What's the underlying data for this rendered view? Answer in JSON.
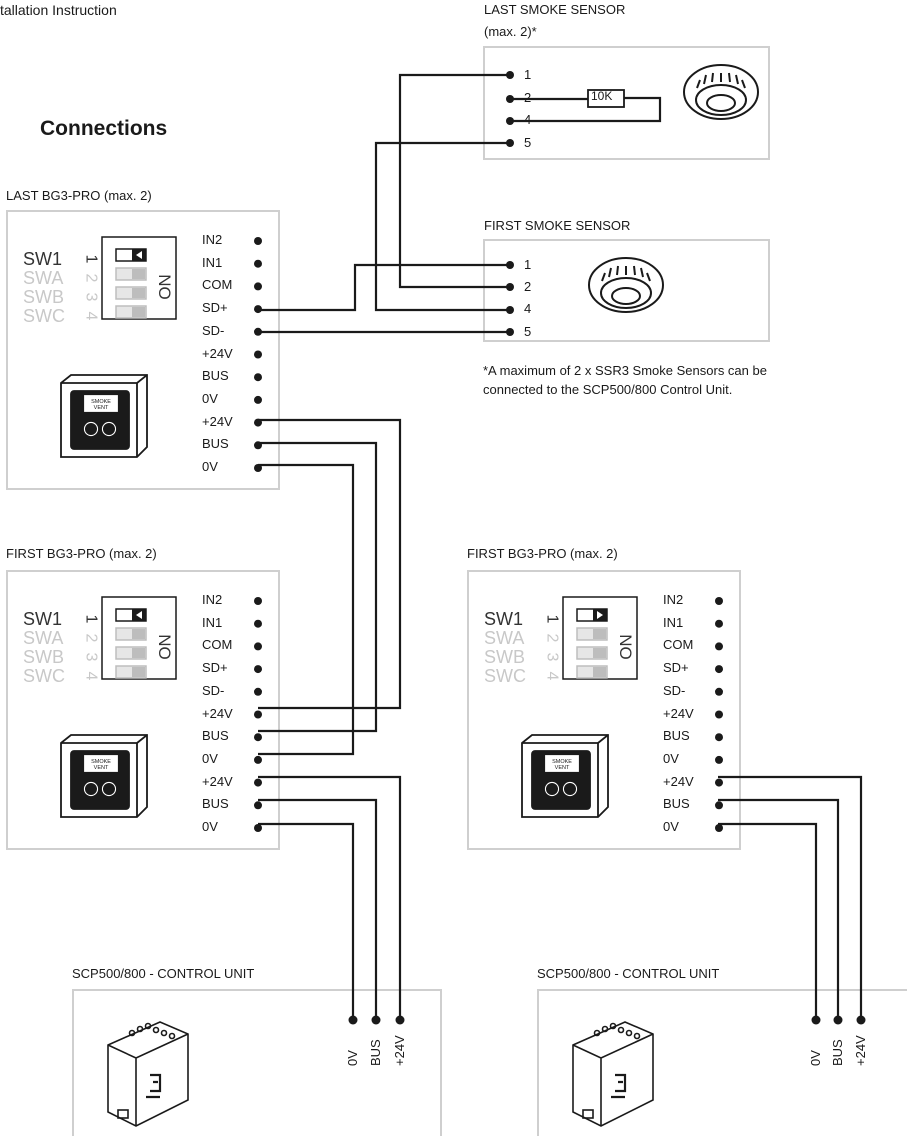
{
  "header": {
    "partial_title": "tallation Instruction"
  },
  "section_title": "Connections",
  "last_sensor": {
    "title": "LAST SMOKE SENSOR",
    "subtitle": "(max. 2)*",
    "pins": [
      "1",
      "2",
      "4",
      "5"
    ],
    "resistor": "10K"
  },
  "first_sensor": {
    "title": "FIRST SMOKE SENSOR",
    "pins": [
      "1",
      "2",
      "4",
      "5"
    ]
  },
  "note": "*A maximum of 2 x SSR3 Smoke Sensors can be connected to the SCP500/800 Control Unit.",
  "panels": {
    "last_bg3": {
      "title": "LAST BG3-PRO (max. 2)"
    },
    "first_bg3_left": {
      "title": "FIRST BG3-PRO (max. 2)"
    },
    "first_bg3_right": {
      "title": "FIRST BG3-PRO (max. 2)"
    }
  },
  "terminals": [
    "IN2",
    "IN1",
    "COM",
    "SD+",
    "SD-",
    "+24V",
    "BUS",
    "0V",
    "+24V",
    "BUS",
    "0V"
  ],
  "switches": {
    "labels": [
      "SW1",
      "SWA",
      "SWB",
      "SWC"
    ],
    "numbers": [
      "1",
      "2",
      "3",
      "4"
    ],
    "no_label": "NO"
  },
  "callpoint_label": {
    "line1": "SMOKE",
    "line2": "VENT"
  },
  "control_units": {
    "left": {
      "title": "SCP500/800 - CONTROL UNIT",
      "pins": [
        "0V",
        "BUS",
        "+24V"
      ]
    },
    "right": {
      "title": "SCP500/800 - CONTROL UNIT",
      "pins": [
        "0V",
        "BUS",
        "+24V"
      ]
    }
  },
  "colors": {
    "wire": "#1a1a1a",
    "border": "#cfcfcf",
    "inactive": "#c8c8c8"
  }
}
